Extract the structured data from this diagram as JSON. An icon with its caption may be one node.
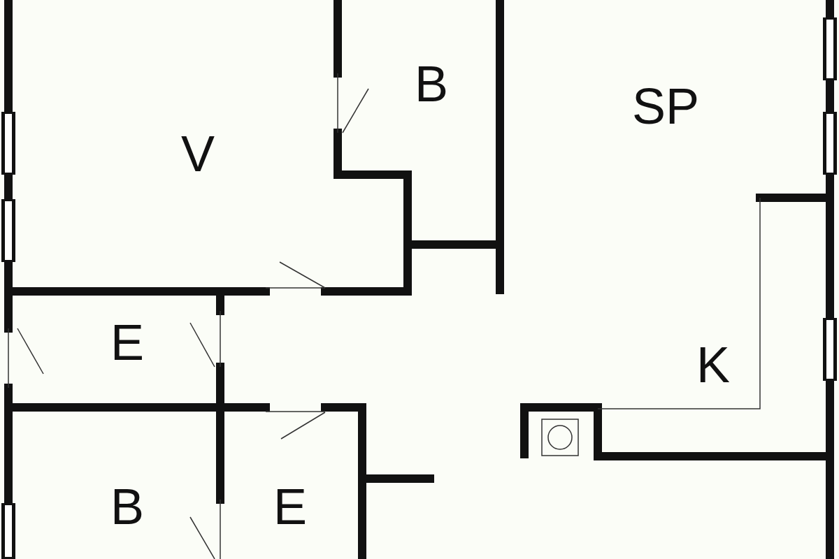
{
  "diagram": {
    "labels": [
      "B",
      "SP",
      "V",
      "E",
      "K",
      "B",
      "E"
    ]
  }
}
